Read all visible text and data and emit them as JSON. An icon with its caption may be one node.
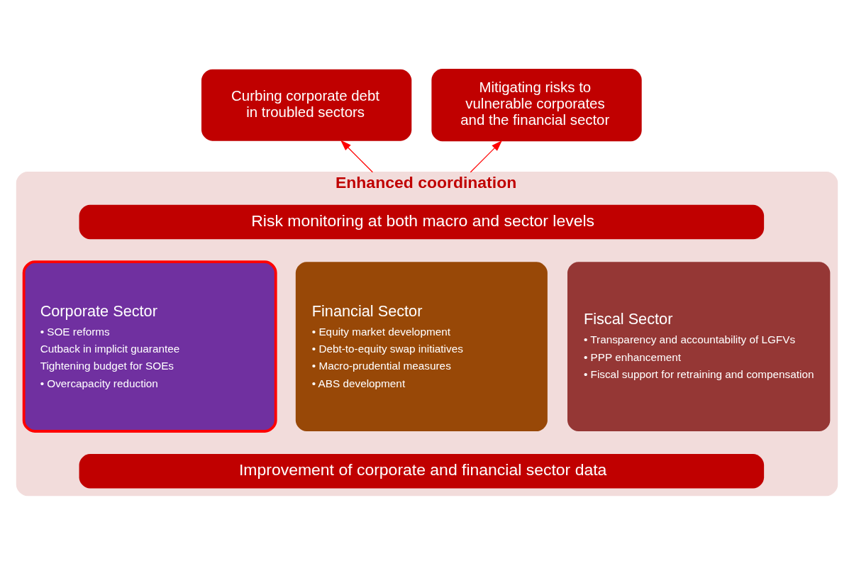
{
  "diagram": {
    "nodes": [
      {
        "text": [
          "Curbing corporate debt in troubled sectors"
        ]
      },
      {
        "text": [
          "Mitigating risks to vulnerable corporates and the financial sector"
        ]
      },
      {
        "text": [
          "Enhanced coordination"
        ]
      },
      {
        "text": [
          "Risk monitoring at both macro and sector levels"
        ],
        "in": 2
      },
      {
        "text": [
          "Corporate Sector",
          "• SOE reforms",
          "Cutback in implicit guarantee",
          "Tightening budget for SOEs",
          "• Overcapacity reduction"
        ],
        "in": 2
      },
      {
        "text": [
          "Financial Sector",
          "• Equity market development",
          "• Debt-to-equity swap initiatives",
          "• Macro-prudential measures",
          "• ABS development"
        ],
        "in": 2
      },
      {
        "text": [
          "Fiscal Sector",
          "• Transparency and accountability of LGFVs",
          "• PPP enhancement",
          "• Fiscal support for retraining and compensation"
        ],
        "in": 2
      },
      {
        "text": [
          "Improvement of corporate and financial sector data"
        ],
        "in": 2
      }
    ],
    "edges": [
      {
        "from": 2,
        "to": 0,
        "arrow": "to"
      },
      {
        "from": 2,
        "to": 1,
        "arrow": "to"
      }
    ]
  }
}
